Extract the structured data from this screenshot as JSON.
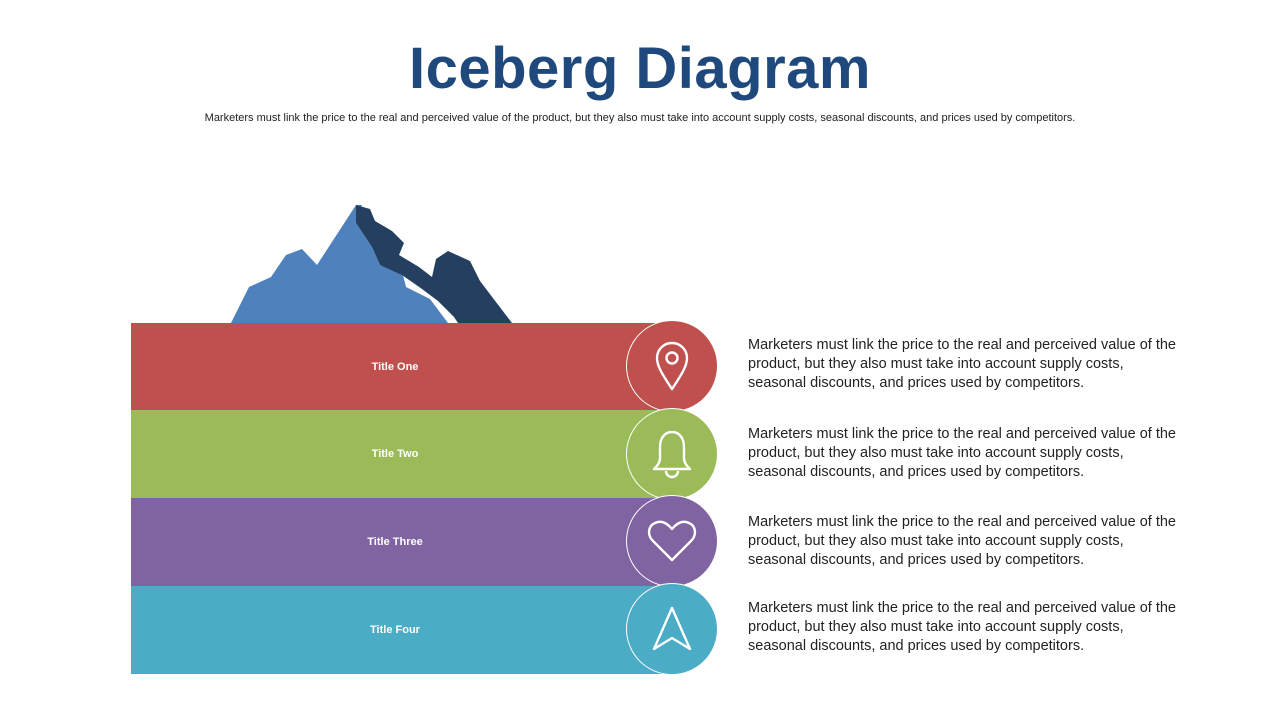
{
  "slide": {
    "title": "Iceberg Diagram",
    "subtitle": "Marketers must link the price to the real and perceived value of the product, but they also must take into account supply costs, seasonal discounts, and prices used by competitors."
  },
  "colors": {
    "title": "#1f497d",
    "iceberg_light": "#4f81bd",
    "iceberg_dark": "#243f60",
    "red": "#c0504d",
    "green": "#9bbb59",
    "purple": "#8064a2",
    "teal": "#4bacc6"
  },
  "layers": [
    {
      "label": "Title One",
      "icon": "map-pin-icon",
      "description": "Marketers must link the price to the real and perceived value of the product, but they also must take into account supply costs, seasonal discounts, and prices used by competitors."
    },
    {
      "label": "Title Two",
      "icon": "bell-icon",
      "description": "Marketers must link the price to the real and perceived value of the product, but they also must take into account supply costs, seasonal discounts, and prices used by competitors."
    },
    {
      "label": "Title Three",
      "icon": "heart-icon",
      "description": "Marketers must link the price to the real and perceived value of the product, but they also must take into account supply costs, seasonal discounts, and prices used by competitors."
    },
    {
      "label": "Title Four",
      "icon": "navigation-arrow-icon",
      "description": "Marketers must link the price to the real and perceived value of the product, but they also must take into account supply costs, seasonal discounts, and prices used by competitors."
    }
  ]
}
